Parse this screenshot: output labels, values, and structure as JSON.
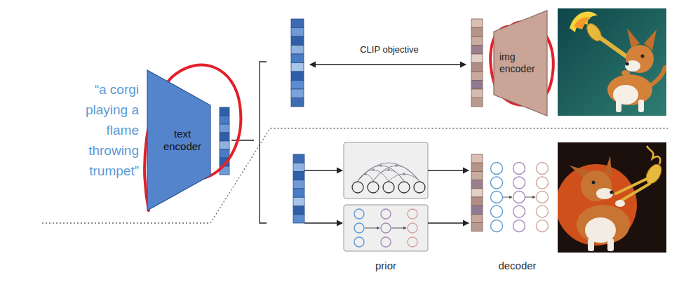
{
  "diagram": {
    "nodes": [
      {
        "text": [
          "text encoder"
        ]
      },
      {
        "text": [
          "img encoder"
        ]
      }
    ],
    "labels": [
      "“a corgi playing a flame throwing trumpet”",
      "CLIP objective",
      "prior",
      "decoder"
    ]
  }
}
